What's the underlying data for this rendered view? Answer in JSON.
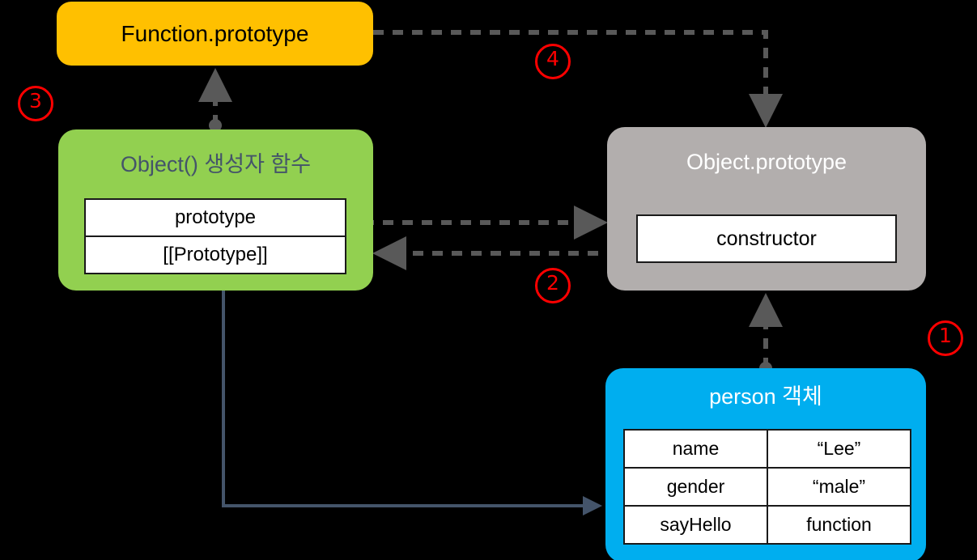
{
  "diagram": {
    "title": "JavaScript prototype chain diagram",
    "colors": {
      "background": "#000000",
      "function_prototype_box": "#ffc000",
      "object_constructor_box": "#92d050",
      "object_prototype_box": "#b2aead",
      "person_box": "#00aeef",
      "dashed_connector": "#595959",
      "solid_connector": "#44546a",
      "step_badge": "#ff0000"
    }
  },
  "nodes": {
    "function_prototype": {
      "title": "Function.prototype"
    },
    "object_constructor": {
      "title": "Object() 생성자 함수",
      "rows": [
        {
          "label": "prototype"
        },
        {
          "label": "[[Prototype]]"
        }
      ]
    },
    "object_prototype": {
      "title": "Object.prototype",
      "rows": [
        {
          "label": "constructor"
        }
      ]
    },
    "person": {
      "title": "person 객체",
      "rows": [
        {
          "key": "name",
          "value": "“Lee”"
        },
        {
          "key": "gender",
          "value": "“male”"
        },
        {
          "key": "sayHello",
          "value": "function"
        }
      ]
    }
  },
  "steps": [
    {
      "id": 1,
      "label": "①"
    },
    {
      "id": 2,
      "label": "②"
    },
    {
      "id": 3,
      "label": "③"
    },
    {
      "id": 4,
      "label": "④"
    }
  ],
  "connectors": [
    {
      "name": "person-to-object-prototype",
      "style": "dashed",
      "from": "person 객체",
      "to": "Object.prototype",
      "step": "①"
    },
    {
      "name": "object-constructor-prototype-to-object-prototype",
      "style": "dashed",
      "from": "Object() 생성자 함수 prototype",
      "to": "Object.prototype",
      "step": "②"
    },
    {
      "name": "object-prototype-constructor-to-object-constructor",
      "style": "dashed",
      "from": "Object.prototype constructor",
      "to": "Object() 생성자 함수",
      "step": "②"
    },
    {
      "name": "object-constructor-to-function-prototype",
      "style": "dashed",
      "from": "Object() 생성자 함수 [[Prototype]]",
      "to": "Function.prototype",
      "step": "③"
    },
    {
      "name": "function-prototype-to-object-prototype",
      "style": "dashed",
      "from": "Function.prototype",
      "to": "Object.prototype",
      "step": "④"
    },
    {
      "name": "object-constructor-to-person",
      "style": "solid",
      "from": "Object() 생성자 함수",
      "to": "person 객체",
      "step": ""
    }
  ]
}
